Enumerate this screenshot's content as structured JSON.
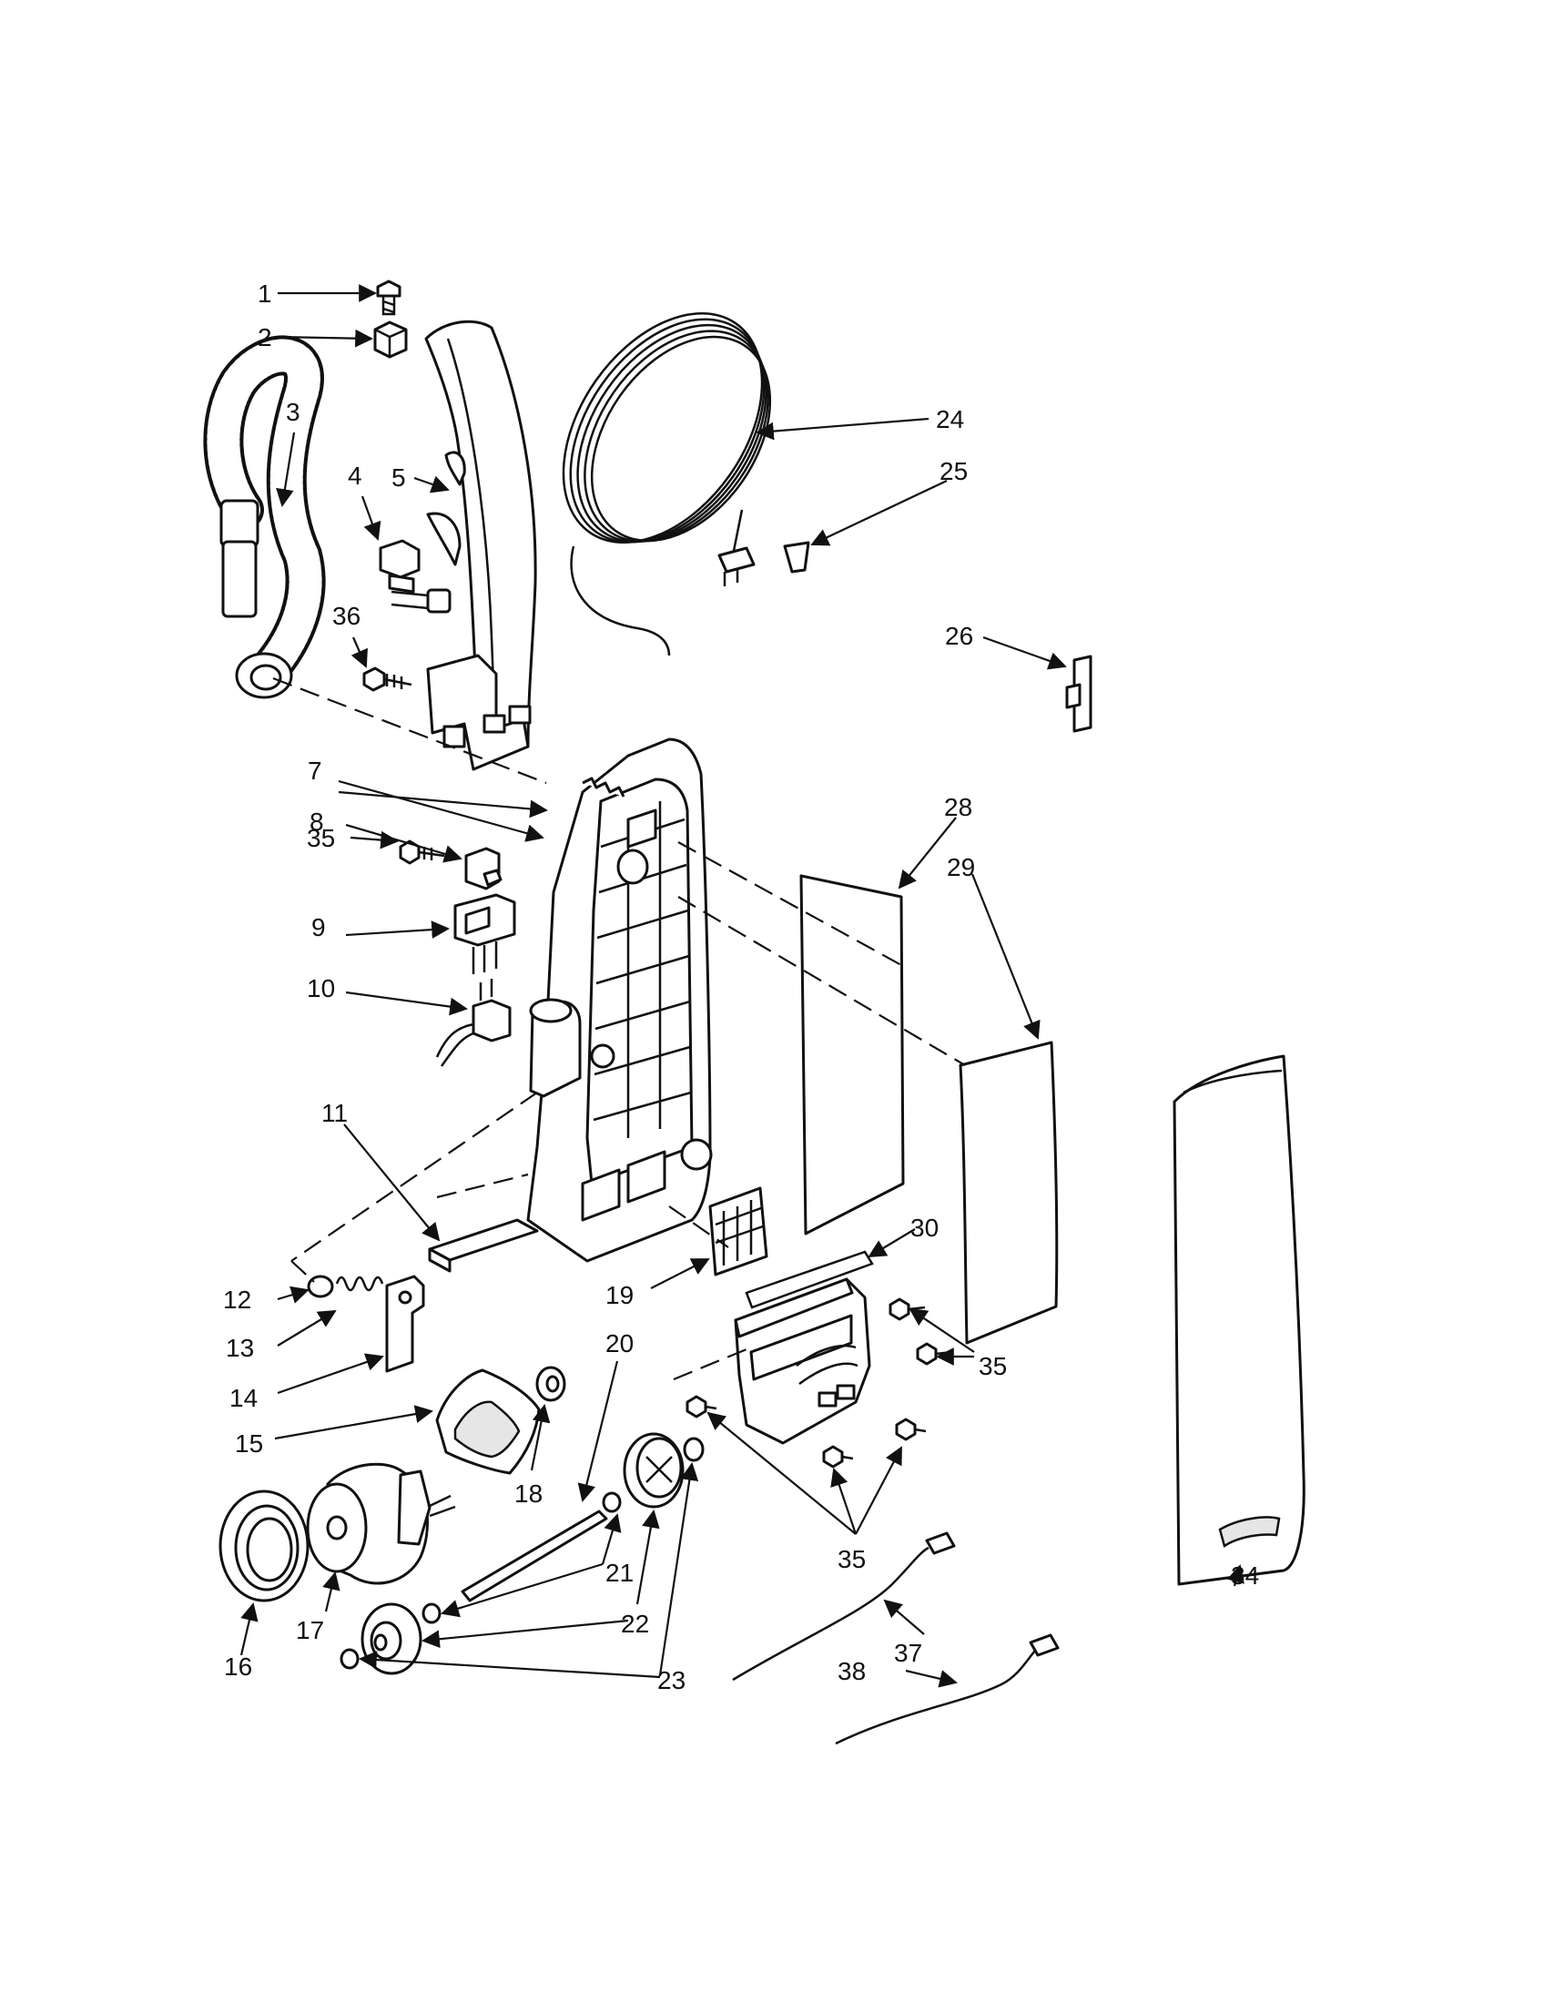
{
  "diagram": {
    "callouts": [
      "1",
      "2",
      "3",
      "4",
      "5",
      "36",
      "7",
      "8",
      "35",
      "9",
      "10",
      "11",
      "12",
      "13",
      "14",
      "15",
      "16",
      "17",
      "18",
      "20",
      "21",
      "22",
      "23",
      "19",
      "24",
      "25",
      "26",
      "28",
      "29",
      "30",
      "35",
      "35",
      "34",
      "37",
      "38"
    ]
  }
}
